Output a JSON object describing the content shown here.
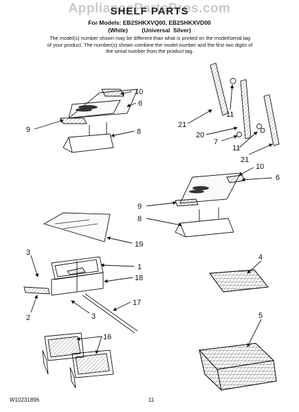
{
  "watermark": "AppliancePartsPros.com",
  "header": {
    "title": "SHELF PARTS",
    "models": "For Models: EB2SHKXVQ00, EB2SHKXVD00",
    "variant_white": "(White)",
    "variant_silver": "(Universal Silver)",
    "note": "The model(s) number shown may be different than what is printed on the model/serial tag of your product. The number(s) shown combine the model number and the first two digits of the serial number from the product tag."
  },
  "callouts": {
    "c10a": "10",
    "c6a": "6",
    "c9a": "9",
    "c8a": "8",
    "c11a": "11",
    "c21a": "21",
    "c20": "20",
    "c7": "7",
    "c11b": "11",
    "c21b": "21",
    "c10b": "10",
    "c6b": "6",
    "c9b": "9",
    "c8b": "8",
    "c19": "19",
    "c3a": "3",
    "c1": "1",
    "c18": "18",
    "c2": "2",
    "c3b": "3",
    "c17": "17",
    "c16": "16",
    "c4": "4",
    "c5": "5"
  },
  "footer": {
    "doc_number": "W10231896",
    "page_number": "11"
  }
}
